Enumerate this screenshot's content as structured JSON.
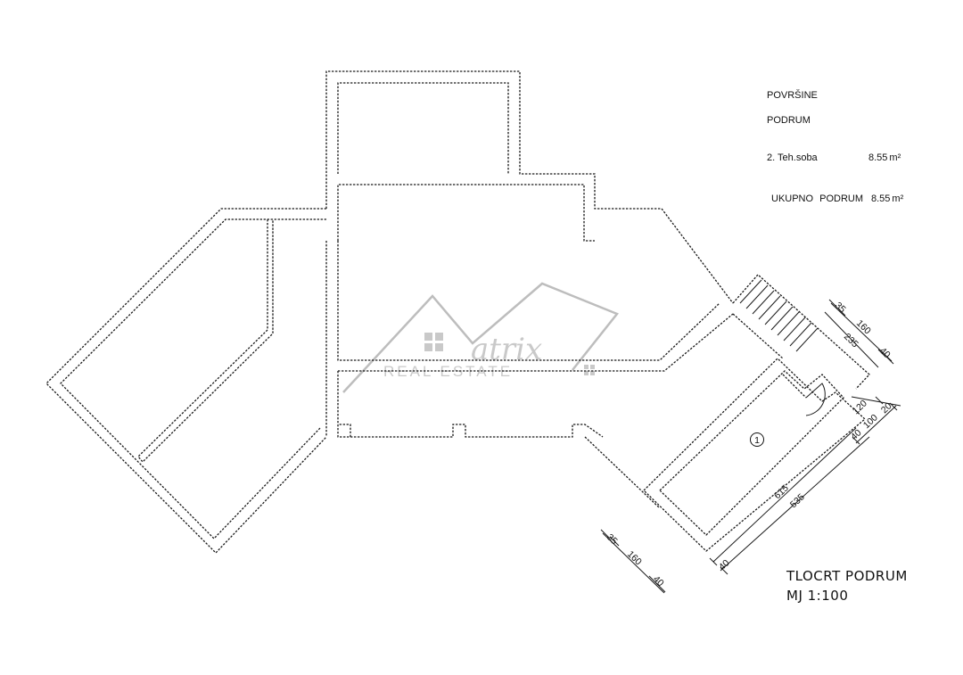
{
  "legend": {
    "heading": "POVRŠINE",
    "level": "PODRUM",
    "room_label": "2. Teh.soba",
    "room_area": "8.55",
    "total_label": "UKUPNO PODRUM",
    "total_area": "8.55",
    "unit": "m²"
  },
  "title": {
    "line1": "TLOCRT PODRUM",
    "line2": "MJ 1:100"
  },
  "room_marker": "1",
  "dimensions": {
    "stair_top": "35",
    "stair_mid": "160",
    "stair_width": "235",
    "stair_bottom": "40",
    "room_120": "120",
    "room_100": "100",
    "room_20": "20",
    "room_40": "40",
    "room_615": "615",
    "room_535": "535",
    "corner_40": "40",
    "bottom_35": "35",
    "bottom_160": "160",
    "bottom_40": "40"
  },
  "watermark": {
    "brand": "atrix",
    "subtitle": "REAL ESTATE"
  }
}
